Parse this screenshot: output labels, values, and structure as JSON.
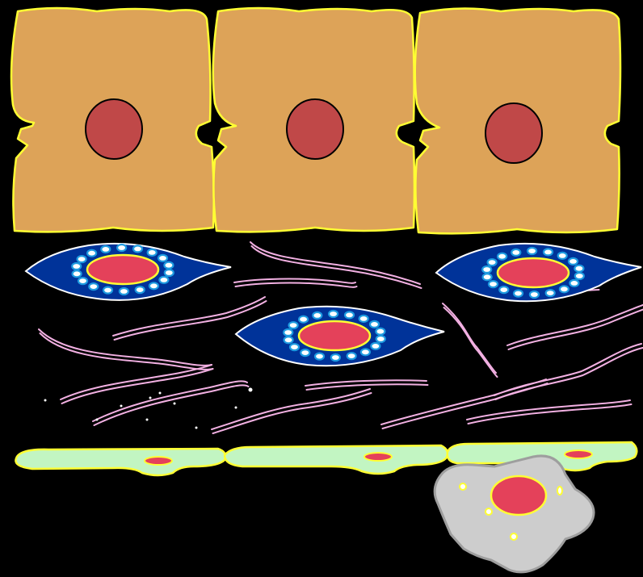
{
  "diagram": {
    "background": "#000000",
    "colors": {
      "epithelial_cell_fill": "#DDA358",
      "epithelial_cell_outline": "#FFFF33",
      "epithelial_nucleus": "#C04848",
      "plasma_cell_fill": "#003399",
      "plasma_cell_outline": "#FFFFFF",
      "plasma_nucleus": "#E4415A",
      "nucleus_outline": "#FFFF33",
      "granule_fill": "#FFFFFF",
      "granule_ring": "#1E9BE0",
      "collagen_fiber": "#F2B0E2",
      "endothelial_fill": "#C2F5C2",
      "endothelial_outline": "#FFFF33",
      "macrophage_fill": "#CDCDCD",
      "macrophage_outline": "#9E9E9E"
    },
    "layers": [
      {
        "name": "epithelial-layer",
        "cell_count": 3
      },
      {
        "name": "connective-tissue",
        "plasma_cell_count": 3,
        "fiber_count": 14
      },
      {
        "name": "endothelial-lining",
        "cell_count": 3
      },
      {
        "name": "macrophage",
        "cell_count": 1
      }
    ]
  }
}
